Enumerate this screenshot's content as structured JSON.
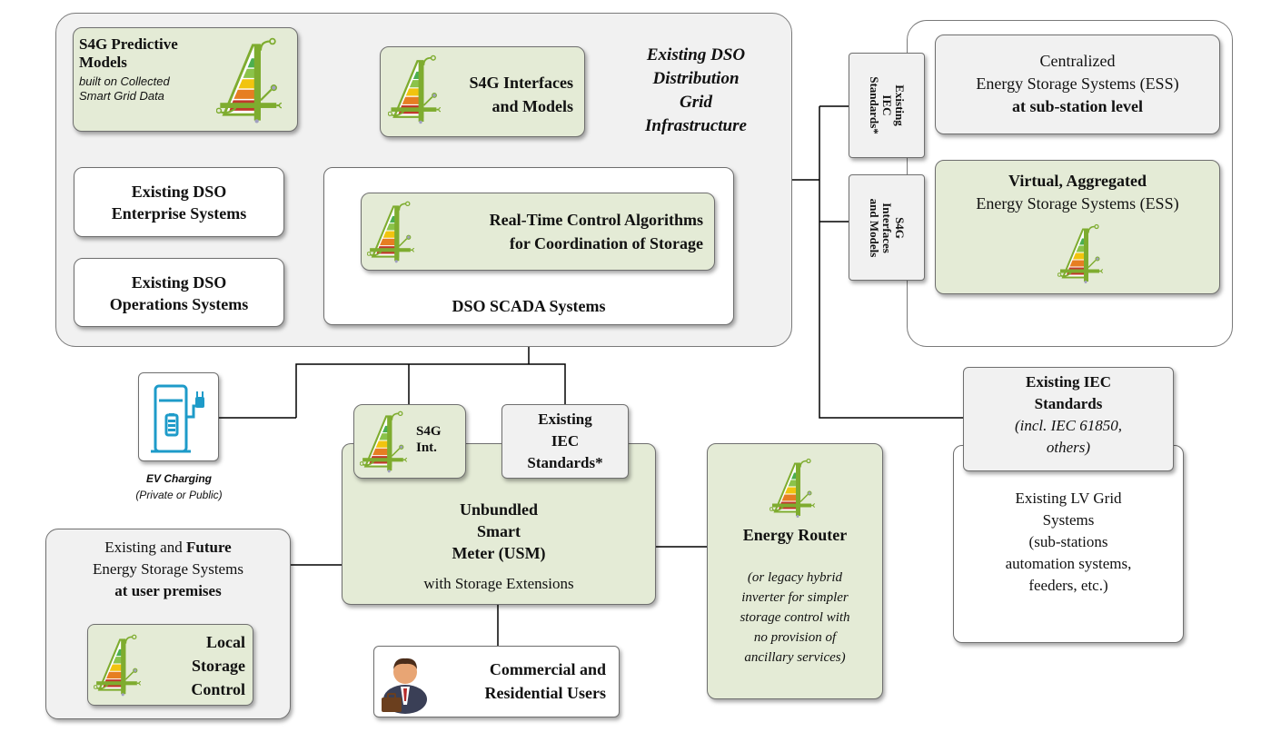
{
  "dso_region": {
    "title_lines": [
      "Existing DSO",
      "Distribution",
      "Grid",
      "Infrastructure"
    ],
    "predictive_models": {
      "title_lines": [
        "S4G Predictive",
        "Models"
      ],
      "subtitle_lines": [
        "built on Collected",
        "Smart Grid Data"
      ]
    },
    "interfaces_models": {
      "lines": [
        "S4G Interfaces",
        "and Models"
      ]
    },
    "enterprise": {
      "lines": [
        "Existing DSO",
        "Enterprise Systems"
      ]
    },
    "operations": {
      "lines": [
        "Existing DSO",
        "Operations Systems"
      ]
    },
    "scada": {
      "label": "DSO SCADA Systems",
      "realtime_lines": [
        "Real-Time Control Algorithms",
        "for Coordination of Storage"
      ]
    }
  },
  "ess_region": {
    "iec_tab_lines": [
      "Existing",
      "IEC",
      "Standards*"
    ],
    "s4g_tab_lines": [
      "S4G",
      "Interfaces",
      "and Models"
    ],
    "centralized": {
      "line1": "Centralized",
      "line2": "Energy Storage Systems (ESS)",
      "line3": "at sub-station level"
    },
    "virtual": {
      "line1": "Virtual, Aggregated",
      "line2": "Energy Storage Systems (ESS)"
    }
  },
  "ev": {
    "label": "EV Charging",
    "sublabel": "(Private or Public)"
  },
  "usm": {
    "s4g_int_lines": [
      "S4G",
      "Int."
    ],
    "iec_lines": [
      "Existing",
      "IEC",
      "Standards*"
    ],
    "title_lines": [
      "Unbundled",
      "Smart",
      "Meter (USM)"
    ],
    "subtitle": "with Storage Extensions"
  },
  "energy_router": {
    "title": "Energy Router",
    "note_lines": [
      "(or legacy hybrid",
      "inverter for simpler",
      "storage control with",
      "no provision of",
      "ancillary services)"
    ]
  },
  "lv_grid": {
    "iec_title_lines": [
      "Existing IEC",
      "Standards"
    ],
    "iec_note_lines": [
      "(incl. IEC 61850,",
      "others)"
    ],
    "body_lines": [
      "Existing LV Grid",
      "Systems",
      "(sub-stations",
      "automation systems,",
      "feeders, etc.)"
    ]
  },
  "user_storage": {
    "line1": "Existing and ",
    "line1_bold": "Future",
    "line2": "Energy Storage Systems",
    "line3": "at user premises",
    "local_lines": [
      "Local",
      "Storage",
      "Control"
    ]
  },
  "users": {
    "lines": [
      "Commercial and",
      "Residential Users"
    ]
  },
  "colors": {
    "green_box": "#e4ebd6",
    "grey_region": "#f1f1f1",
    "ev_icon": "#1e9bc9",
    "logo_green": "#7eac2f"
  }
}
